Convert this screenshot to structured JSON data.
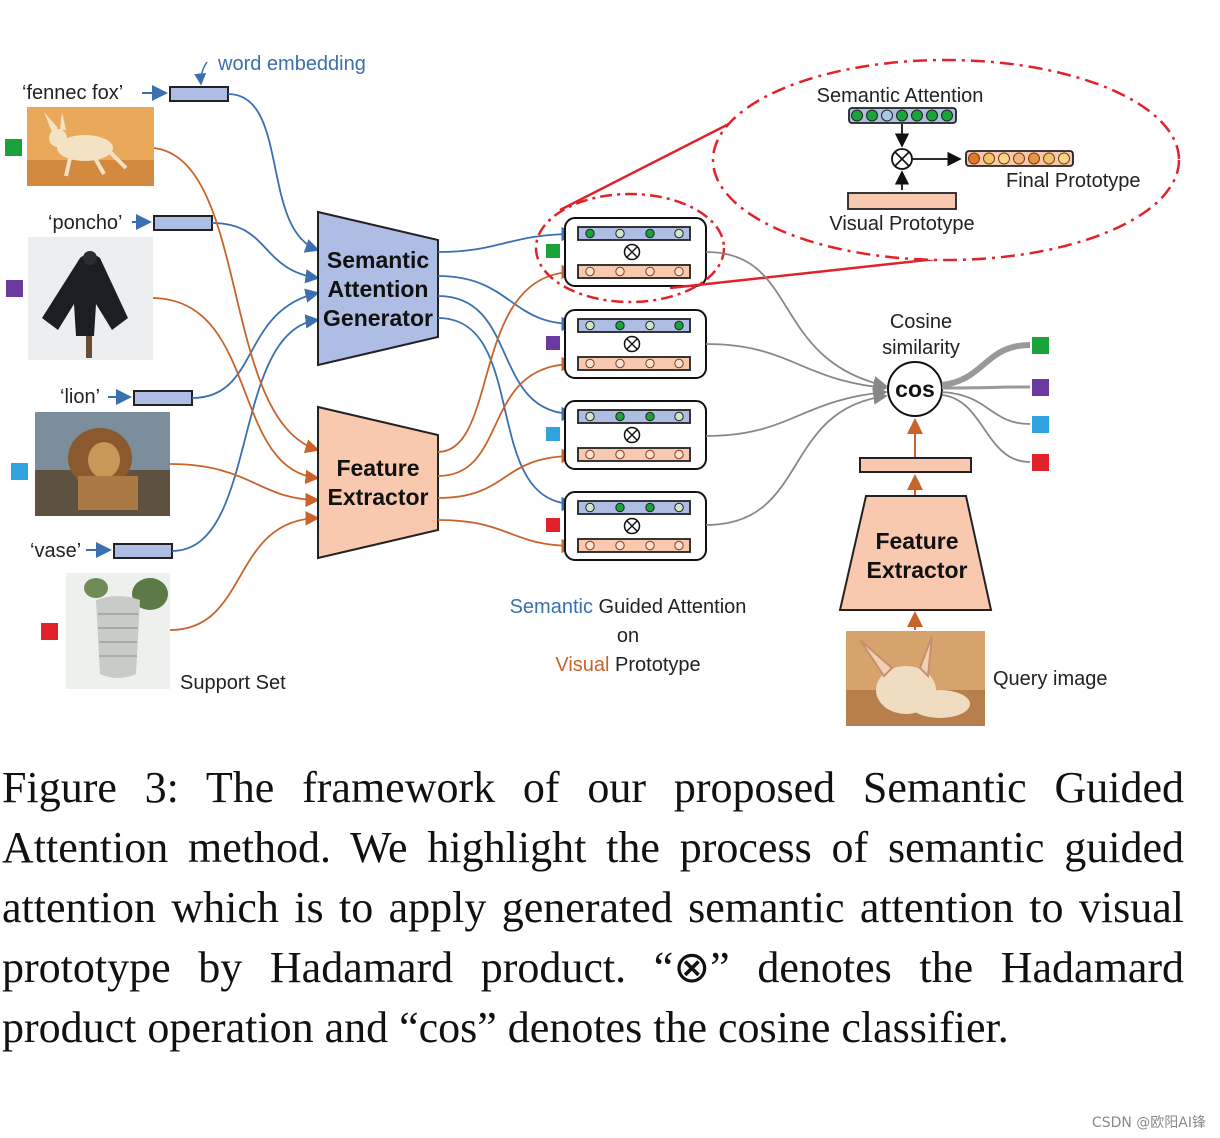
{
  "support_set": {
    "label": "Support Set",
    "word_embedding_label": "word embedding",
    "items": [
      {
        "word": "‘fennec fox’",
        "color": "#1aa33a"
      },
      {
        "word": "‘poncho’",
        "color": "#6a3a9e"
      },
      {
        "word": "‘lion’",
        "color": "#2ea3dd"
      },
      {
        "word": "‘vase’",
        "color": "#e0232b"
      }
    ]
  },
  "blocks": {
    "semantic_attention_generator": "Semantic Attention Generator",
    "feature_extractor": "Feature Extractor",
    "query_feature_extractor": "Feature Extractor"
  },
  "guided_attention_caption": {
    "line1_blue": "Semantic",
    "line1_rest": " Guided Attention",
    "line2": "on",
    "line3_orange": "Visual",
    "line3_rest": " Prototype"
  },
  "zoom": {
    "semantic_attention": "Semantic Attention",
    "final_prototype": "Final Prototype",
    "visual_prototype": "Visual Prototype"
  },
  "cosine": {
    "title": "Cosine similarity",
    "op": "cos",
    "outputs": [
      "#1aa33a",
      "#6a3a9e",
      "#2ea3dd",
      "#e0232b"
    ]
  },
  "query": {
    "label": "Query image"
  },
  "symbols": {
    "hadamard": "⊗"
  },
  "colors": {
    "semantic_blue": "#aebde3",
    "visual_orange": "#f8c9ae",
    "blue_line": "#3a6fb0",
    "orange_line": "#c8642a",
    "red_ellipse": "#e0232b"
  },
  "caption": "Figure 3: The framework of our proposed Semantic Guided Attention method.  We highlight the process of semantic guided attention which is to apply generated semantic attention to visual prototype by Hadamard product. “⊗” denotes the Hadamard product operation and “cos” denotes the cosine classifier.",
  "watermark": "CSDN @欧阳AI锋"
}
